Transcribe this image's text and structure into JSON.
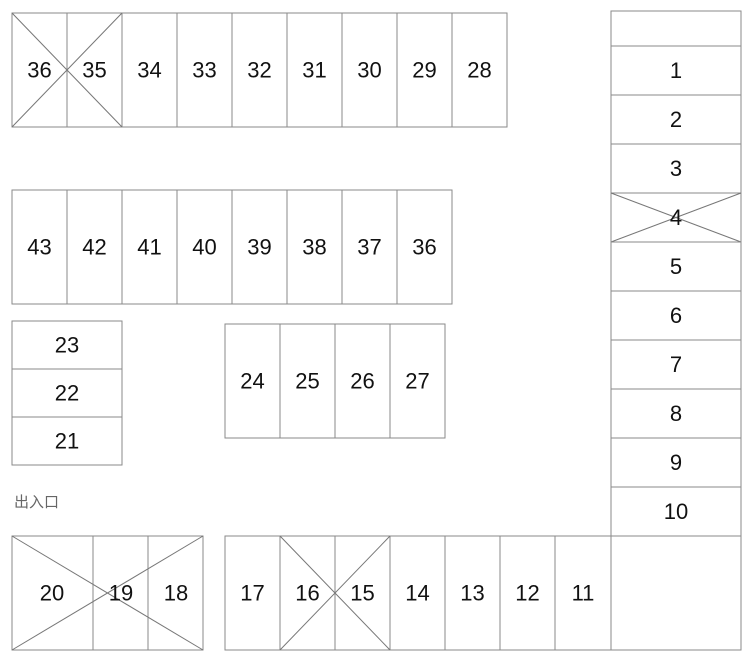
{
  "entrance_label": "出入口",
  "colors": {
    "line": "#8a8a8a",
    "text": "#111111",
    "entrance": "#666666"
  },
  "rows": {
    "top": [
      {
        "label": "36",
        "unavailable": true
      },
      {
        "label": "35",
        "unavailable": true
      },
      {
        "label": "34",
        "unavailable": false
      },
      {
        "label": "33",
        "unavailable": false
      },
      {
        "label": "32",
        "unavailable": false
      },
      {
        "label": "31",
        "unavailable": false
      },
      {
        "label": "30",
        "unavailable": false
      },
      {
        "label": "29",
        "unavailable": false
      },
      {
        "label": "28",
        "unavailable": false
      }
    ],
    "second": [
      {
        "label": "43",
        "unavailable": false
      },
      {
        "label": "42",
        "unavailable": false
      },
      {
        "label": "41",
        "unavailable": false
      },
      {
        "label": "40",
        "unavailable": false
      },
      {
        "label": "39",
        "unavailable": false
      },
      {
        "label": "38",
        "unavailable": false
      },
      {
        "label": "37",
        "unavailable": false
      },
      {
        "label": "36",
        "unavailable": false
      }
    ],
    "left_stack": [
      {
        "label": "23",
        "unavailable": false
      },
      {
        "label": "22",
        "unavailable": false
      },
      {
        "label": "21",
        "unavailable": false
      }
    ],
    "middle": [
      {
        "label": "24",
        "unavailable": false
      },
      {
        "label": "25",
        "unavailable": false
      },
      {
        "label": "26",
        "unavailable": false
      },
      {
        "label": "27",
        "unavailable": false
      }
    ],
    "right_column": [
      {
        "label": "",
        "unavailable": false
      },
      {
        "label": "1",
        "unavailable": false
      },
      {
        "label": "2",
        "unavailable": false
      },
      {
        "label": "3",
        "unavailable": false
      },
      {
        "label": "4",
        "unavailable": true
      },
      {
        "label": "5",
        "unavailable": false
      },
      {
        "label": "6",
        "unavailable": false
      },
      {
        "label": "7",
        "unavailable": false
      },
      {
        "label": "8",
        "unavailable": false
      },
      {
        "label": "9",
        "unavailable": false
      },
      {
        "label": "10",
        "unavailable": false
      }
    ],
    "bottom_left": [
      {
        "label": "20",
        "unavailable": true,
        "span_with_next": true
      },
      {
        "label": "19",
        "unavailable": true
      },
      {
        "label": "18",
        "unavailable": true
      }
    ],
    "bottom_right": [
      {
        "label": "17",
        "unavailable": false
      },
      {
        "label": "16",
        "unavailable": true
      },
      {
        "label": "15",
        "unavailable": true
      },
      {
        "label": "14",
        "unavailable": false
      },
      {
        "label": "13",
        "unavailable": false
      },
      {
        "label": "12",
        "unavailable": false
      },
      {
        "label": "11",
        "unavailable": false
      },
      {
        "label": "",
        "unavailable": false
      }
    ]
  }
}
